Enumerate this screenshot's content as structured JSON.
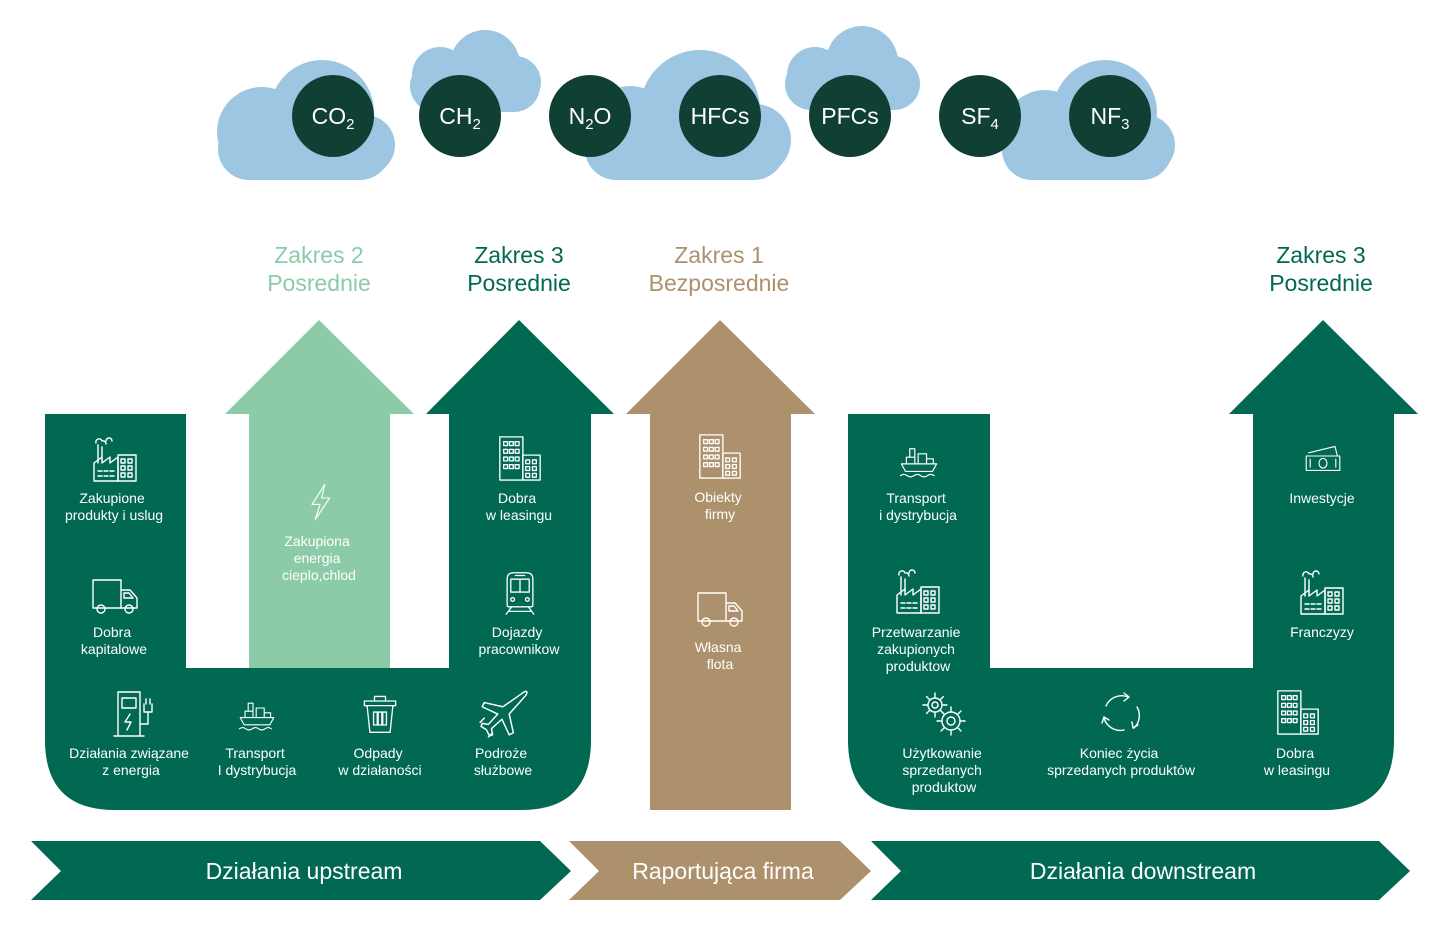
{
  "colors": {
    "dark_green": "#016852",
    "light_green": "#8ccba8",
    "tan": "#ad916d",
    "cloud": "#9cc6e1",
    "gas_circle": "#0f4033"
  },
  "gases": [
    {
      "base": "CO",
      "sub": "2"
    },
    {
      "base": "CH",
      "sub": "2"
    },
    {
      "base": "N",
      "sub": "2",
      "tail": "O"
    },
    {
      "base": "HFCs"
    },
    {
      "base": "PFCs"
    },
    {
      "base": "SF",
      "sub": "4"
    },
    {
      "base": "NF",
      "sub": "3"
    }
  ],
  "scopes": {
    "scope2": {
      "line1": "Zakres 2",
      "line2": "Posrednie",
      "color": "#8ccba8"
    },
    "scope3_upstream": {
      "line1": "Zakres 3",
      "line2": "Posrednie",
      "color": "#016852"
    },
    "scope1": {
      "line1": "Zakres 1",
      "line2": "Bezposrednie",
      "color": "#ad916d"
    },
    "scope3_downstream": {
      "line1": "Zakres 3",
      "line2": "Posrednie",
      "color": "#016852"
    }
  },
  "upstream_items": {
    "purchased_goods": [
      "Zakupione",
      "produkty i uslug"
    ],
    "capital_goods": [
      "Dobra",
      "kapitalowe"
    ],
    "energy_activities": [
      "Działania związane",
      "z energia"
    ],
    "transport": [
      "Transport",
      "I dystrybucja"
    ],
    "waste": [
      "Odpady",
      "w działaności"
    ],
    "business_travel": [
      "Podroże",
      "służbowe"
    ],
    "leased_assets": [
      "Dobra",
      "w leasingu"
    ],
    "commuting": [
      "Dojazdy",
      "pracownikow"
    ]
  },
  "scope2_item": [
    "Zakupiona",
    "energia",
    "cieplo,chlod"
  ],
  "scope1_items": {
    "facilities": [
      "Obiekty",
      "firmy"
    ],
    "fleet": [
      "Własna",
      "flota"
    ]
  },
  "downstream_items": {
    "transport": [
      "Transport",
      "i dystrybucja"
    ],
    "processing": [
      "Przetwarzanie",
      "zakupionych",
      "produktow"
    ],
    "use": [
      "Użytkowanie",
      "sprzedanych",
      "produktow"
    ],
    "end_of_life": [
      "Koniec życia",
      "sprzedanych produktów"
    ],
    "leased_assets": [
      "Dobra",
      "w leasingu"
    ],
    "investments": [
      "Inwestycje"
    ],
    "franchises": [
      "Franczyzy"
    ]
  },
  "bands": {
    "upstream": "Działania upstream",
    "reporting": "Raportująca firma",
    "downstream": "Działania downstream"
  },
  "icons": [
    "factory-icon",
    "truck-icon",
    "energy-charger-icon",
    "ship-icon",
    "trash-bin-icon",
    "airplane-icon",
    "building-icon",
    "train-icon",
    "lightning-icon",
    "money-icon",
    "gears-icon",
    "recycle-icon"
  ]
}
